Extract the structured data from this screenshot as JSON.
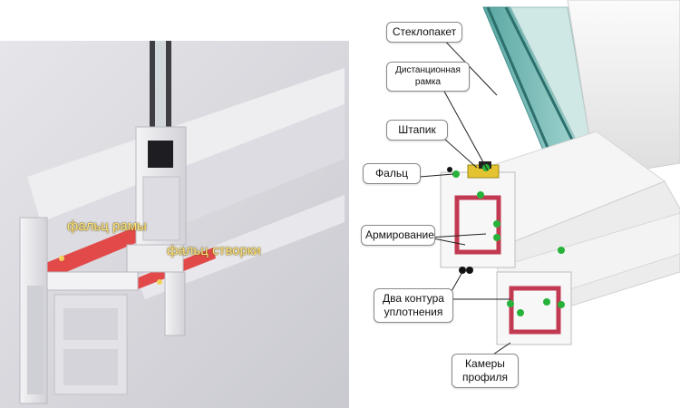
{
  "left_panel": {
    "labels": {
      "frame_rebate": "фальц рамы",
      "sash_rebate": "фальц створки"
    },
    "colors": {
      "highlight": "#e24a4a",
      "marker": "#f2d25a"
    }
  },
  "right_panel": {
    "callouts": {
      "glass_unit": "Стеклопакет",
      "spacer_frame": "Дистанционная рамка",
      "glazing_bead": "Штапик",
      "rebate": "Фальц",
      "reinforcement": "Армирование",
      "seal_contours": "Два контура уплотнения",
      "profile_chambers": "Камеры профиля"
    },
    "colors": {
      "marker": "#27b33a",
      "glass": "#3f8f8c",
      "reinforcement": "#c23a52",
      "spacer": "#e3c330"
    }
  }
}
